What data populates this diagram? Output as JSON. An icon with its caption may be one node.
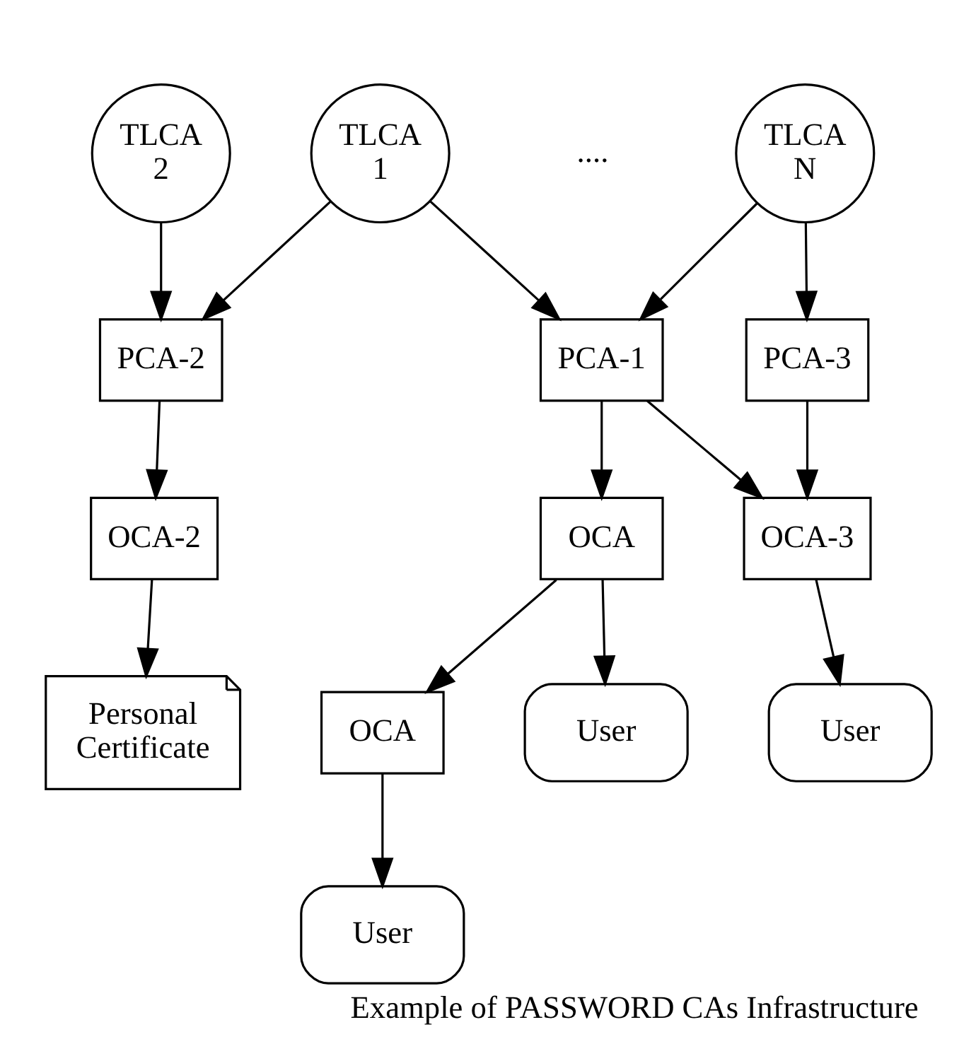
{
  "diagram": {
    "caption": "Example of PASSWORD CAs Infrastructure",
    "nodes": [
      {
        "text": [
          "TLCA 1"
        ]
      },
      {
        "text": [
          "TLCA 2"
        ]
      },
      {
        "text": [
          "TLCA N"
        ]
      },
      {
        "text": [
          "PCA-1"
        ]
      },
      {
        "text": [
          "PCA-2"
        ]
      },
      {
        "text": [
          "PCA-3"
        ]
      },
      {
        "text": [
          "OCA"
        ]
      },
      {
        "text": [
          "OCA-2"
        ]
      },
      {
        "text": [
          "OCA-3"
        ]
      },
      {
        "text": [
          "OCA"
        ]
      },
      {
        "text": [
          "User"
        ]
      },
      {
        "text": [
          "Personal Certificate"
        ]
      },
      {
        "text": [
          "User"
        ]
      },
      {
        "text": [
          "User"
        ]
      }
    ],
    "edges": [
      {
        "from": 0,
        "to": 3,
        "arrow": "to"
      },
      {
        "from": 0,
        "to": 4,
        "arrow": "to"
      },
      {
        "from": 1,
        "to": 4,
        "arrow": "to"
      },
      {
        "from": 2,
        "to": 3,
        "arrow": "to"
      },
      {
        "from": 2,
        "to": 5,
        "arrow": "to"
      },
      {
        "from": 3,
        "to": 6,
        "arrow": "to"
      },
      {
        "from": 3,
        "to": 8,
        "arrow": "to"
      },
      {
        "from": 4,
        "to": 7,
        "arrow": "to"
      },
      {
        "from": 5,
        "to": 8,
        "arrow": "to"
      },
      {
        "from": 6,
        "to": 9,
        "arrow": "to"
      },
      {
        "from": 6,
        "to": 10,
        "arrow": "to"
      },
      {
        "from": 7,
        "to": 11,
        "arrow": "to"
      },
      {
        "from": 8,
        "to": 12,
        "arrow": "to"
      },
      {
        "from": 9,
        "to": 13,
        "arrow": "to"
      }
    ],
    "labels": [
      "...."
    ]
  }
}
